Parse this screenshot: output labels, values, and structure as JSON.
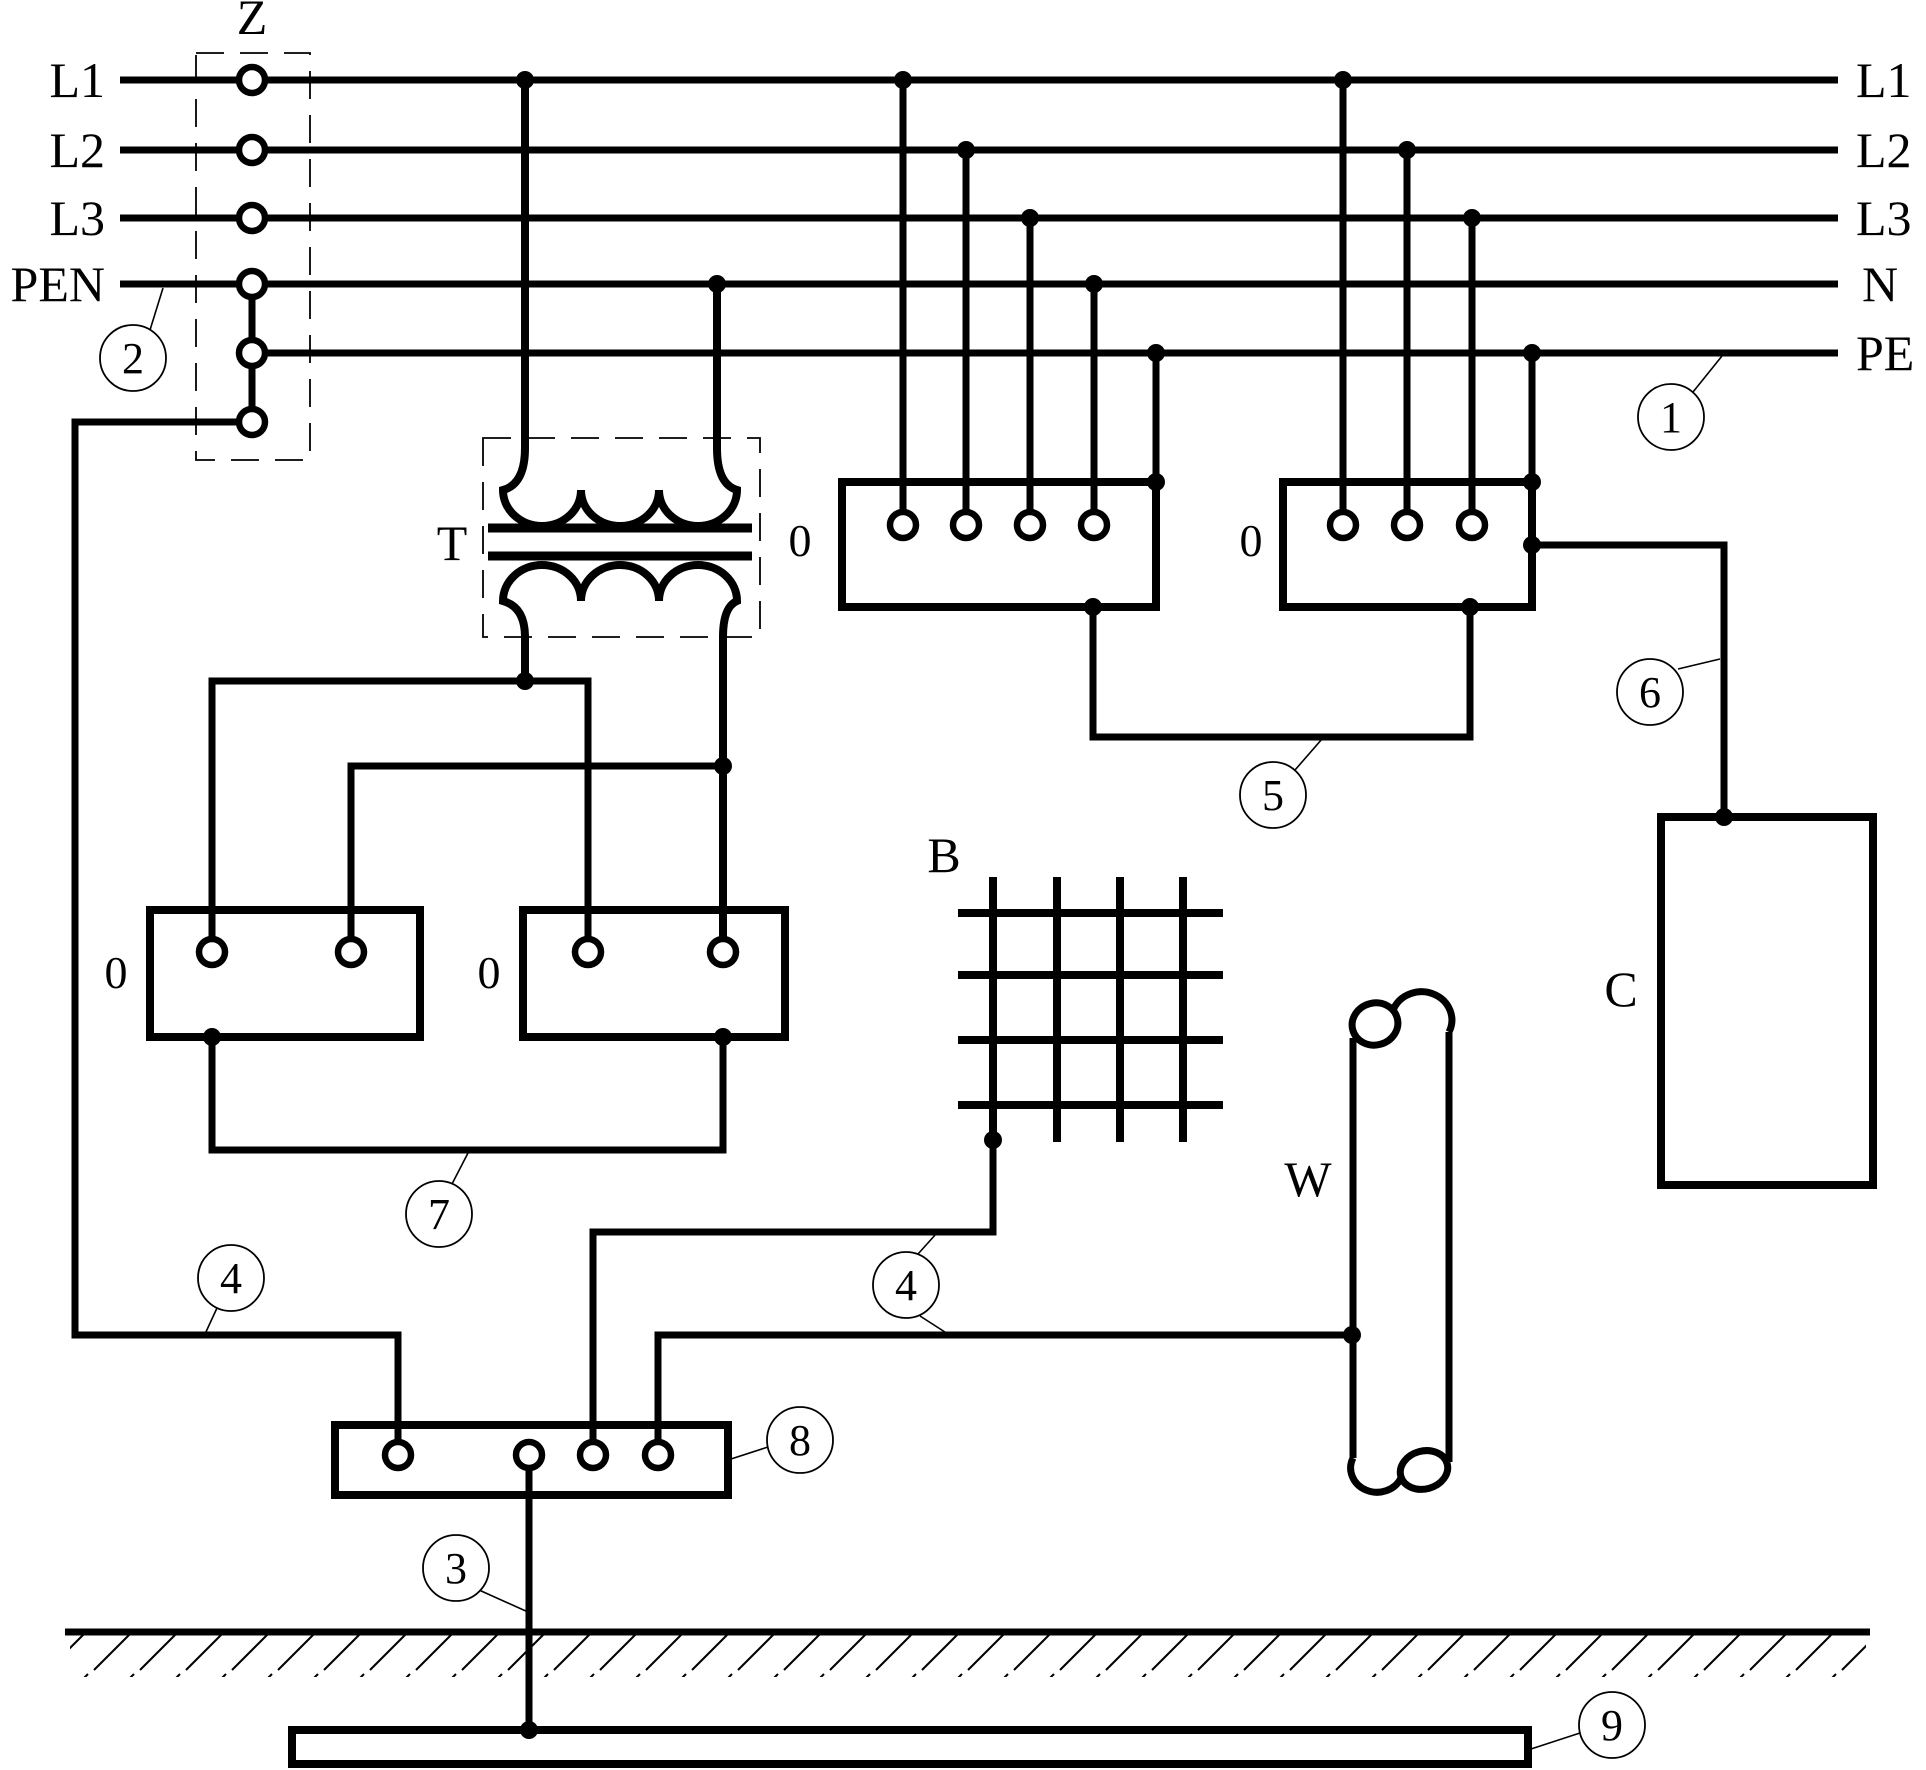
{
  "buses": {
    "left": [
      {
        "label": "L1"
      },
      {
        "label": "L2"
      },
      {
        "label": "L3"
      },
      {
        "label": "PEN"
      }
    ],
    "right": [
      {
        "label": "L1"
      },
      {
        "label": "L2"
      },
      {
        "label": "L3"
      },
      {
        "label": "N"
      },
      {
        "label": "PE"
      }
    ]
  },
  "components": {
    "supply_impedance": "Z",
    "transformer": "T",
    "foundation_grid": "B",
    "water_pipe": "W",
    "equipment": "C",
    "zeros": [
      "0",
      "0",
      "0",
      "0"
    ]
  },
  "callouts": {
    "c1": "1",
    "c2": "2",
    "c3": "3",
    "c4a": "4",
    "c4b": "4",
    "c5": "5",
    "c6": "6",
    "c7": "7",
    "c8": "8",
    "c9": "9"
  },
  "colors": {
    "line": "#000000",
    "background": "#ffffff"
  }
}
